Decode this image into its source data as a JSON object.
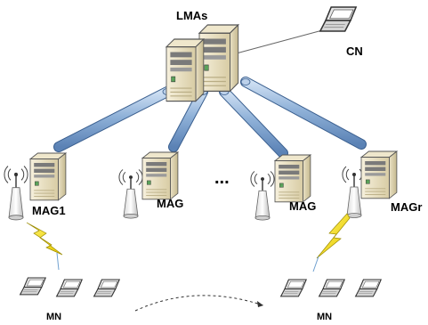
{
  "labels": {
    "lma": "LMAs",
    "cn": "CN",
    "mag1": "MAG1",
    "mag2": "MAG",
    "dots": "...",
    "mag3": "MAG",
    "magr": "MAGr",
    "mn_left": "MN",
    "mn_right": "MN"
  }
}
